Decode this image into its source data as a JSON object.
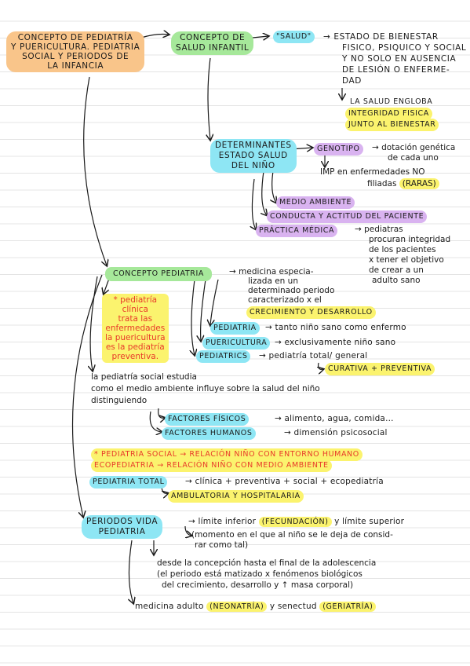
{
  "n1": [
    "CONCEPTO DE PEDIATRÍA",
    "Y PUERICULTURA. PEDIATRIA",
    "SOCIAL Y PERIODOS DE",
    "LA INFANCIA"
  ],
  "n2": [
    "CONCEPTO DE",
    "SALUD INFANTIL"
  ],
  "n3": "\"SALUD\"",
  "n4": [
    "→ ESTADO DE BIENESTAR",
    "FISICO, PSIQUICO Y SOCIAL",
    "Y NO SOLO EN AUSENCIA",
    "DE LESIÓN O ENFERME-",
    "DAD"
  ],
  "n5a": "LA SALUD ENGLOBA",
  "n5b": "INTEGRIDAD FISICA",
  "n5c": "JUNTO AL BIENESTAR",
  "det": [
    "DETERMINANTES",
    "ESTADO SALUD",
    "DEL NIÑO"
  ],
  "genotipo": "GENOTIPO",
  "genotipo_desc": [
    "→ dotación genética",
    "de cada uno"
  ],
  "imp": [
    "IMP en enfermedades NO",
    "filiadas"
  ],
  "raras": "(RARAS)",
  "medio": "MEDIO AMBIENTE",
  "conducta": "CONDUCTA Y ACTITUD DEL PACIENTE",
  "practica": "PRÁCTICA MÉDICA",
  "practica_desc": [
    "→ pediatras",
    "procuran integridad",
    "de los pacientes",
    "x tener el objetivo",
    "de crear a un",
    "adulto sano"
  ],
  "cp": "CONCEPTO PEDIATRIA",
  "cp_desc": [
    "→ medicina especia-",
    "lizada en un",
    "determinado periodo",
    "caracterizado x el"
  ],
  "crec": "CRECIMIENTO y DESARROLLO",
  "red1": [
    "* pediatría",
    "clínica",
    "trata las",
    "enfermedades",
    "la puericultura",
    "es la pediatría",
    "preventiva."
  ],
  "ped": "PEDIATRIA",
  "ped_desc": "→ tanto niño sano como enfermo",
  "pueri": "PUERICULTURA",
  "pueri_desc": "→ exclusivamente niño sano",
  "pedtrics": "PEDIATRICS",
  "pedtrics_desc": "→ pediatría total/ general",
  "curativa": "CURATIVA + PREVENTIVA",
  "social": [
    "la pediatría social estudia",
    "como el medio ambiente influye sobre la salud del niño",
    "distinguiendo"
  ],
  "fis": "FACTORES FÍSICOS",
  "fis_desc": "→ alimento, agua, comida...",
  "hum": "FACTORES HUMANOS",
  "hum_desc": "→ dimensión psicosocial",
  "ps": "* PEDIATRIA SOCIAL → relación niño con entorno humano",
  "eco": "ECOPEDIATRIA → relación niño con medio ambiente",
  "total": "PEDIATRIA TOTAL",
  "total_desc": "→ clínica + preventiva + social + ecopediatría",
  "amb": "AMBULATORIA Y HOSPITALARIA",
  "per": [
    "PERIODOS VIDA",
    "PEDIATRIA"
  ],
  "lim1": "→ límite inferior",
  "fec": "(FECUNDACIÓN)",
  "lim2": "y límite superior",
  "mom": [
    "(momento en el que al niño se le deja de consid-",
    "rar como tal)"
  ],
  "desde": [
    "desde la concepción hasta el final de la adolescencia",
    "(el periodo está matizado x fenómenos biológicos",
    "del crecimiento, desarrollo y ↑ masa corporal)"
  ],
  "med1": "medicina adulto",
  "neo": "(NEONATRÍA)",
  "med2": "y senectud",
  "ger": "(GERIATRÍA)",
  "colors": {
    "orange": "#f9c58a",
    "green": "#a6e89a",
    "cyan": "#8ee6f4",
    "purple": "#d9b3f0",
    "yellow": "#fbf36e",
    "red": "#e83a2a"
  }
}
